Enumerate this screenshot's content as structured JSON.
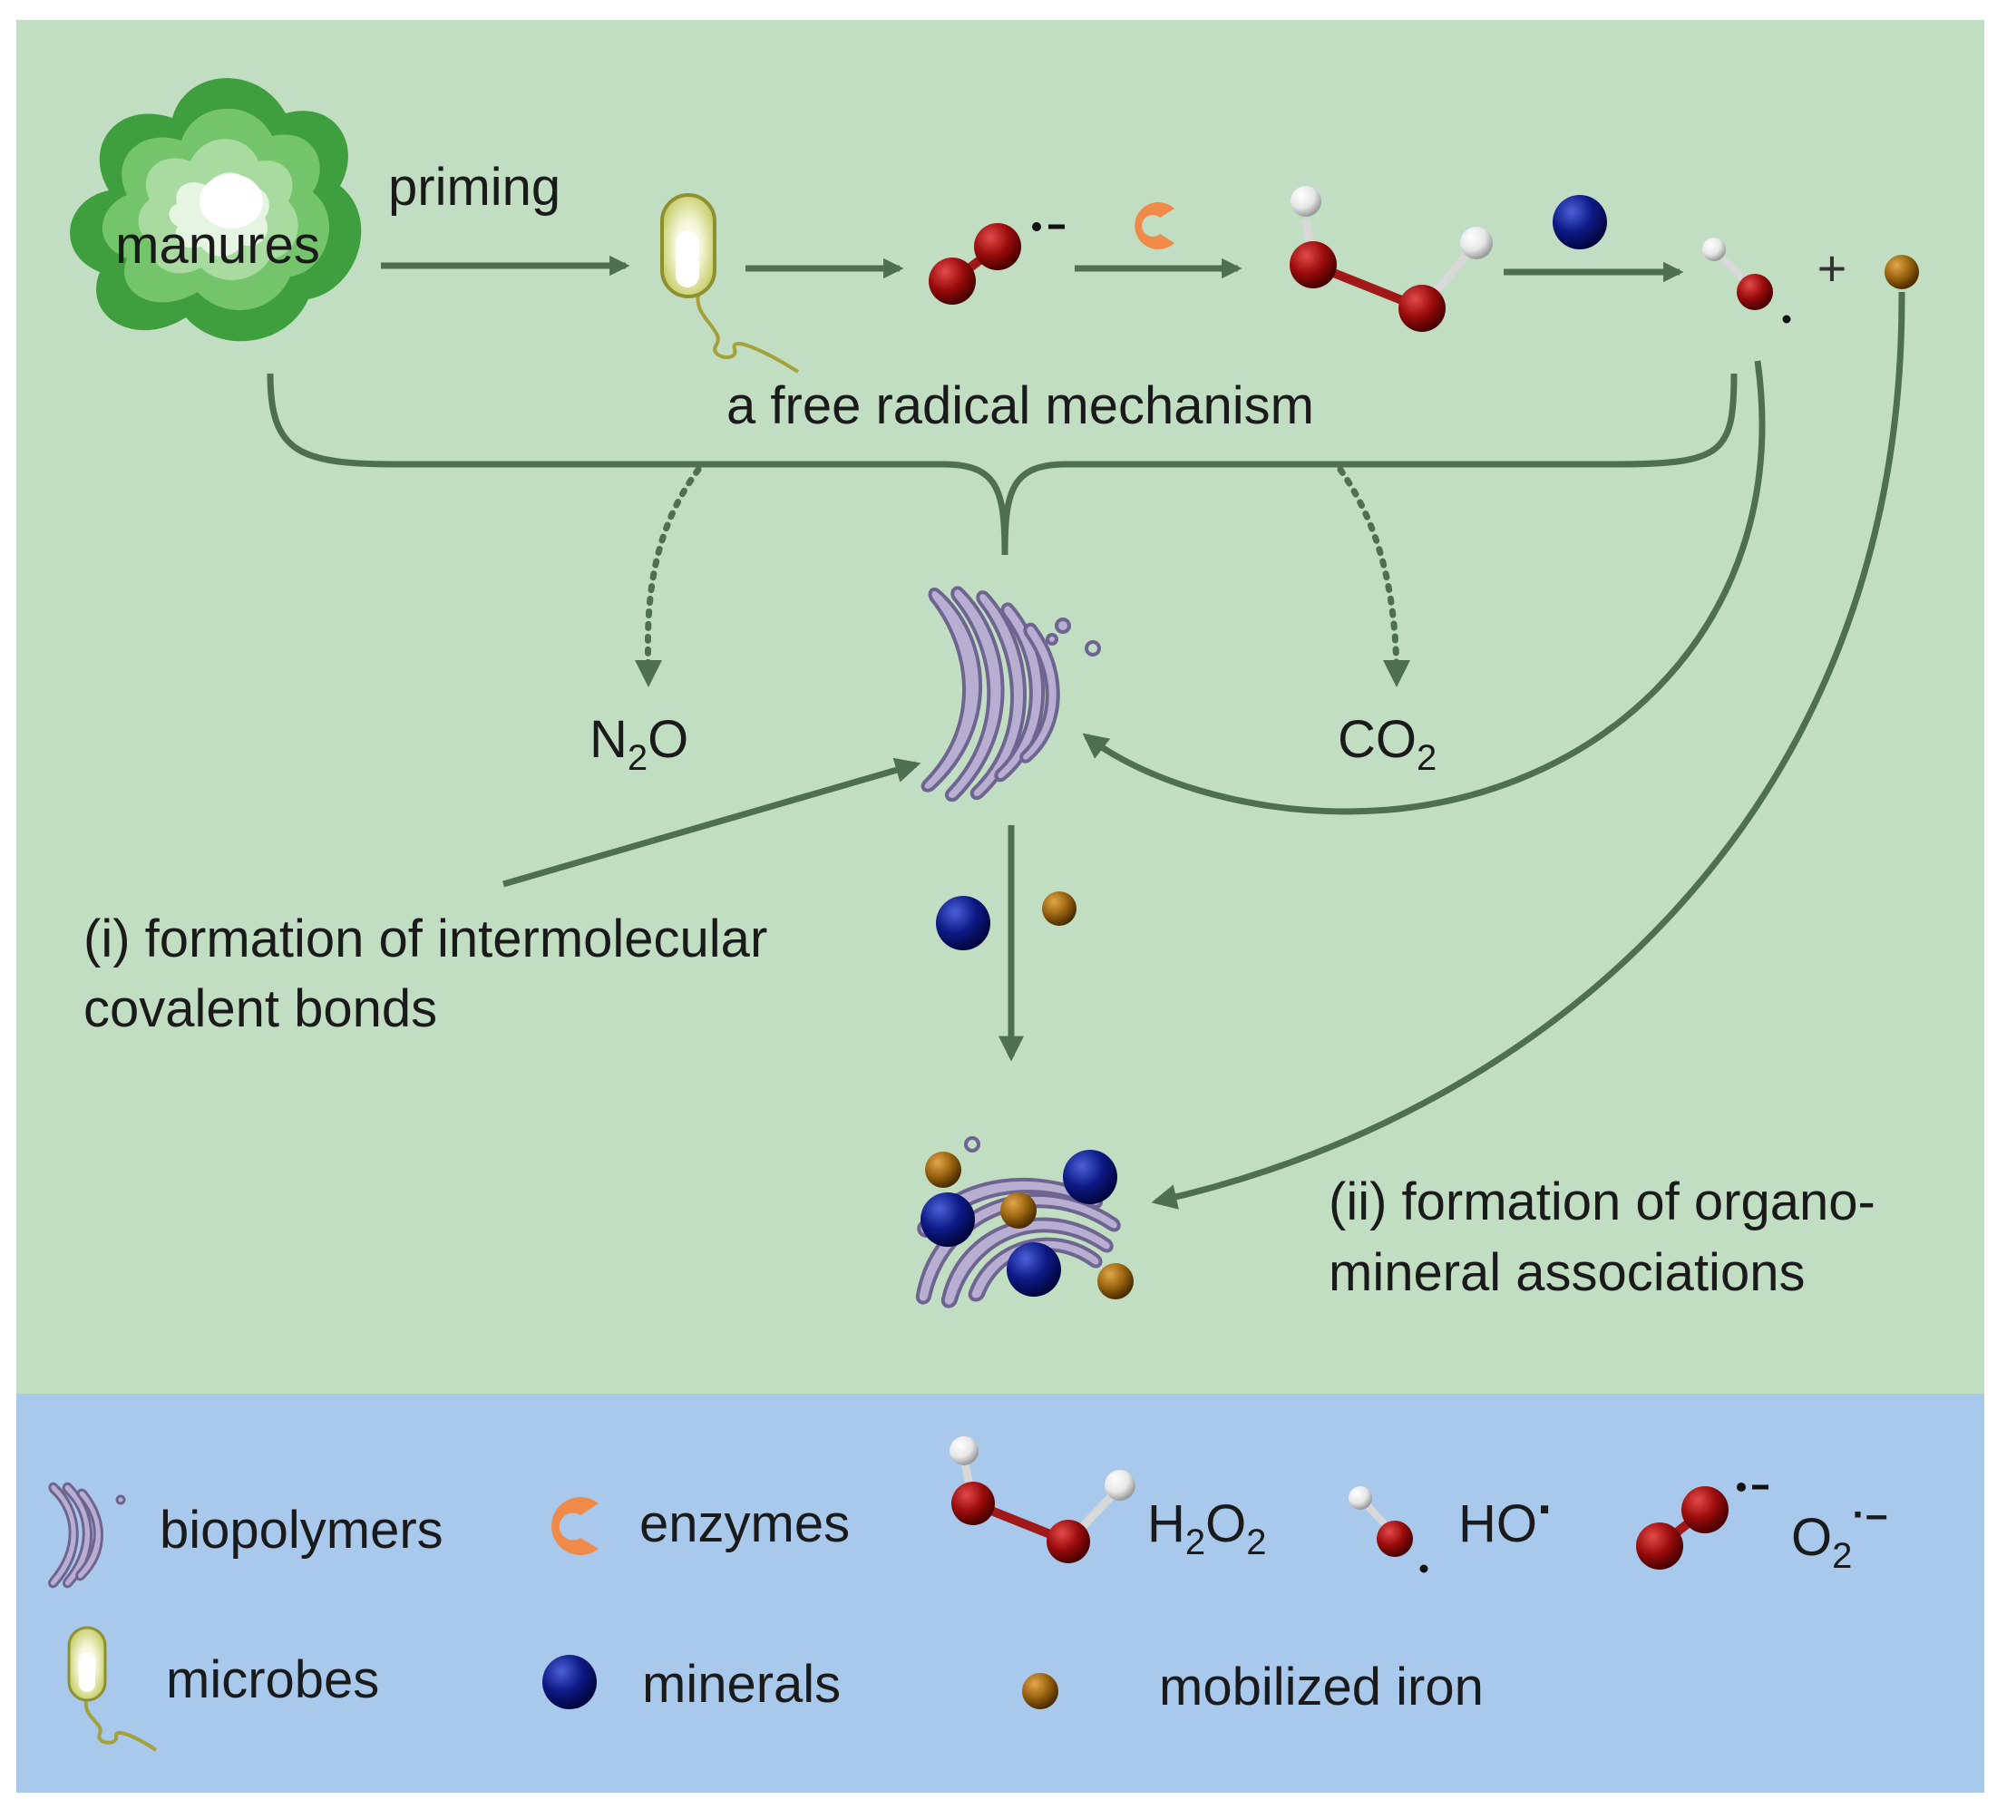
{
  "colors": {
    "top_panel": "#c1dec3",
    "legend_panel": "#a8c8ec",
    "arrow": "#4f6e52",
    "oxygen": "#9b0c0c",
    "hydrogen": "#e6e6e6",
    "mineral": "#0d1a86",
    "iron": "#9a6410",
    "enzyme": "#ef8a48",
    "biopolymer": "#b7aed2",
    "microbe": "#d9e08a",
    "manure": "#4fb34a"
  },
  "flow": {
    "manures_label": "manures",
    "priming_label": "priming",
    "mechanism_label": "a free radical mechanism",
    "plus_sign": "+",
    "n2o": {
      "main": "N",
      "sub": "2",
      "tail": "O"
    },
    "co2": {
      "main": "CO",
      "sub": "2"
    },
    "pathway_i_line1": "(i) formation of intermolecular",
    "pathway_i_line2": "covalent bonds",
    "pathway_ii_line1": "(ii) formation of organo-",
    "pathway_ii_line2": "mineral associations"
  },
  "legend": {
    "biopolymers": "biopolymers",
    "enzymes": "enzymes",
    "h2o2": {
      "h": "H",
      "h_sub": "2",
      "o": "O",
      "o_sub": "2"
    },
    "ho_radical": {
      "text": "HO",
      "dot": "·"
    },
    "superoxide": {
      "o": "O",
      "o_sub": "2",
      "charge": "·–"
    },
    "microbes": "microbes",
    "minerals": "minerals",
    "mobilized_iron": "mobilized iron"
  }
}
